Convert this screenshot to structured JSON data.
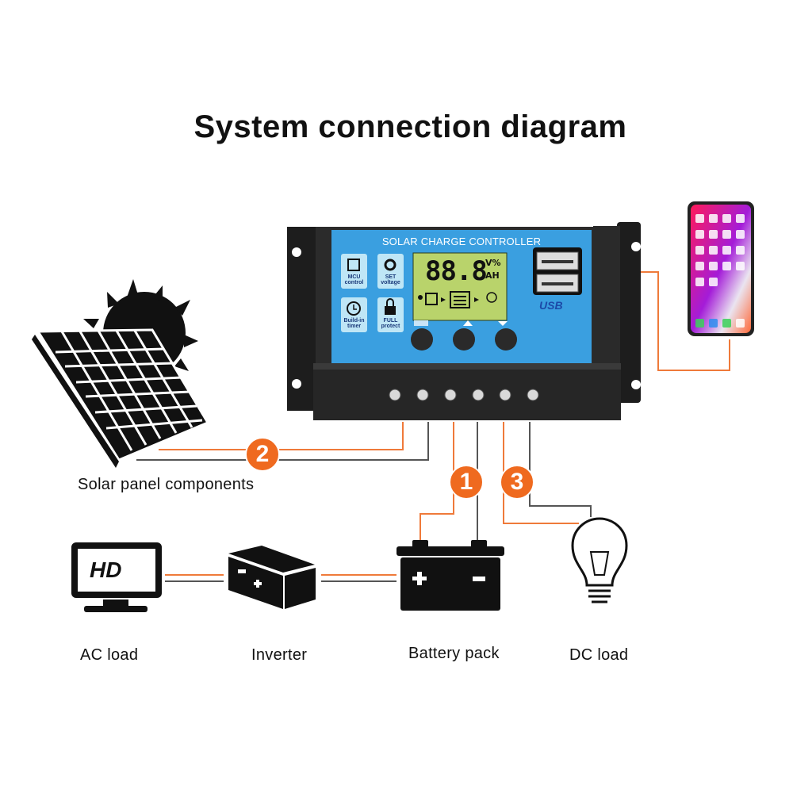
{
  "title": "System connection diagram",
  "controller": {
    "title": "SOLAR CHARGE CONTROLLER",
    "tiles": [
      {
        "icon": "chip-icon",
        "label_line1": "MCU",
        "label_line2": "control"
      },
      {
        "icon": "gear-icon",
        "label_line1": "SET",
        "label_line2": "voltage"
      },
      {
        "icon": "clock-icon",
        "label_line1": "Build-in",
        "label_line2": "timer"
      },
      {
        "icon": "lock-icon",
        "label_line1": "FULL",
        "label_line2": "protect"
      }
    ],
    "lcd": {
      "digits": "88.8",
      "unit_top": "V%",
      "unit_bottom": "AH"
    },
    "buttons": [
      {
        "icon": "menu-icon"
      },
      {
        "icon": "up-arrow-icon"
      },
      {
        "icon": "down-arrow-icon"
      }
    ],
    "usb_label": "USB",
    "terminal_count": 6,
    "colors": {
      "panel": "#3a9fe0",
      "lcd": "#b9d36b",
      "body": "#2a2a2a"
    }
  },
  "components": {
    "solar_panel": {
      "label": "Solar panel components",
      "badge": "2"
    },
    "battery": {
      "label": "Battery pack",
      "badge": "1"
    },
    "dc_load": {
      "label": "DC load",
      "badge": "3"
    },
    "inverter": {
      "label": "Inverter"
    },
    "ac_load": {
      "label": "AC load",
      "screen_text": "HD"
    },
    "phone": {
      "label": ""
    }
  },
  "colors": {
    "wire_positive": "#ef7a3a",
    "wire_negative": "#555555",
    "badge": "#ef6a1f"
  }
}
